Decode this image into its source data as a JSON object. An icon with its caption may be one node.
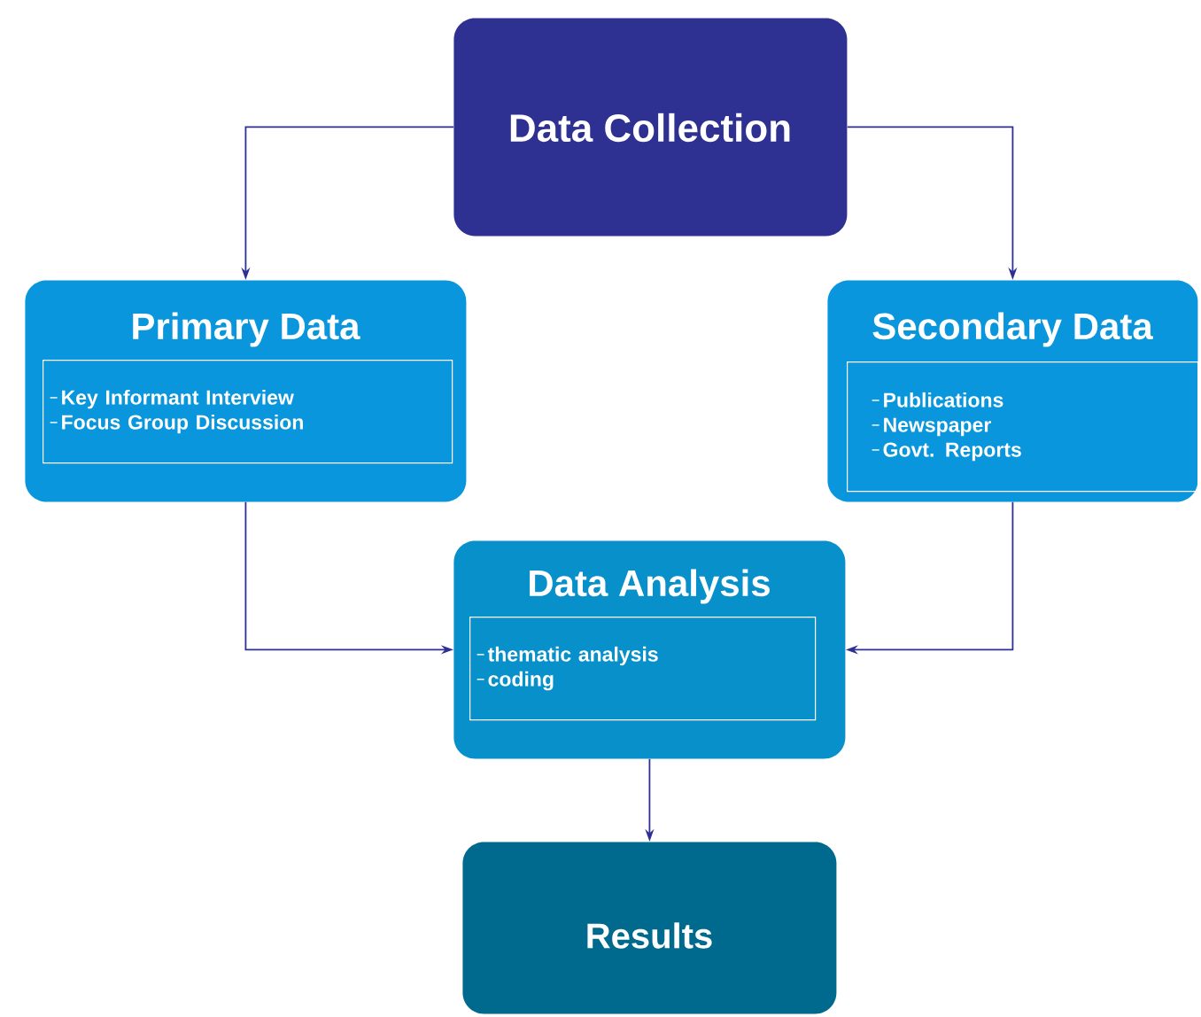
{
  "diagram": {
    "nodes": [
      {
        "text": [
          "Data Collection"
        ]
      },
      {
        "text": [
          "Primary Data"
        ]
      },
      {
        "text": [
          "Key Informant Interview",
          "Focus Group Discussion"
        ],
        "in": 1
      },
      {
        "text": [
          "Secondary Data"
        ]
      },
      {
        "text": [
          "Publications",
          "Newspaper",
          "Govt. Reports"
        ],
        "in": 3
      },
      {
        "text": [
          "Data Analysis"
        ]
      },
      {
        "text": [
          "thematic analysis",
          "coding"
        ],
        "in": 5
      },
      {
        "text": [
          "Results"
        ]
      }
    ],
    "edges": [
      {
        "from": 0,
        "to": 1,
        "arrow": "to"
      },
      {
        "from": 0,
        "to": 3,
        "arrow": "to"
      },
      {
        "from": 1,
        "to": 5,
        "arrow": "to"
      },
      {
        "from": 3,
        "to": 5,
        "arrow": "to"
      },
      {
        "from": 5,
        "to": 7,
        "arrow": "to"
      }
    ]
  }
}
